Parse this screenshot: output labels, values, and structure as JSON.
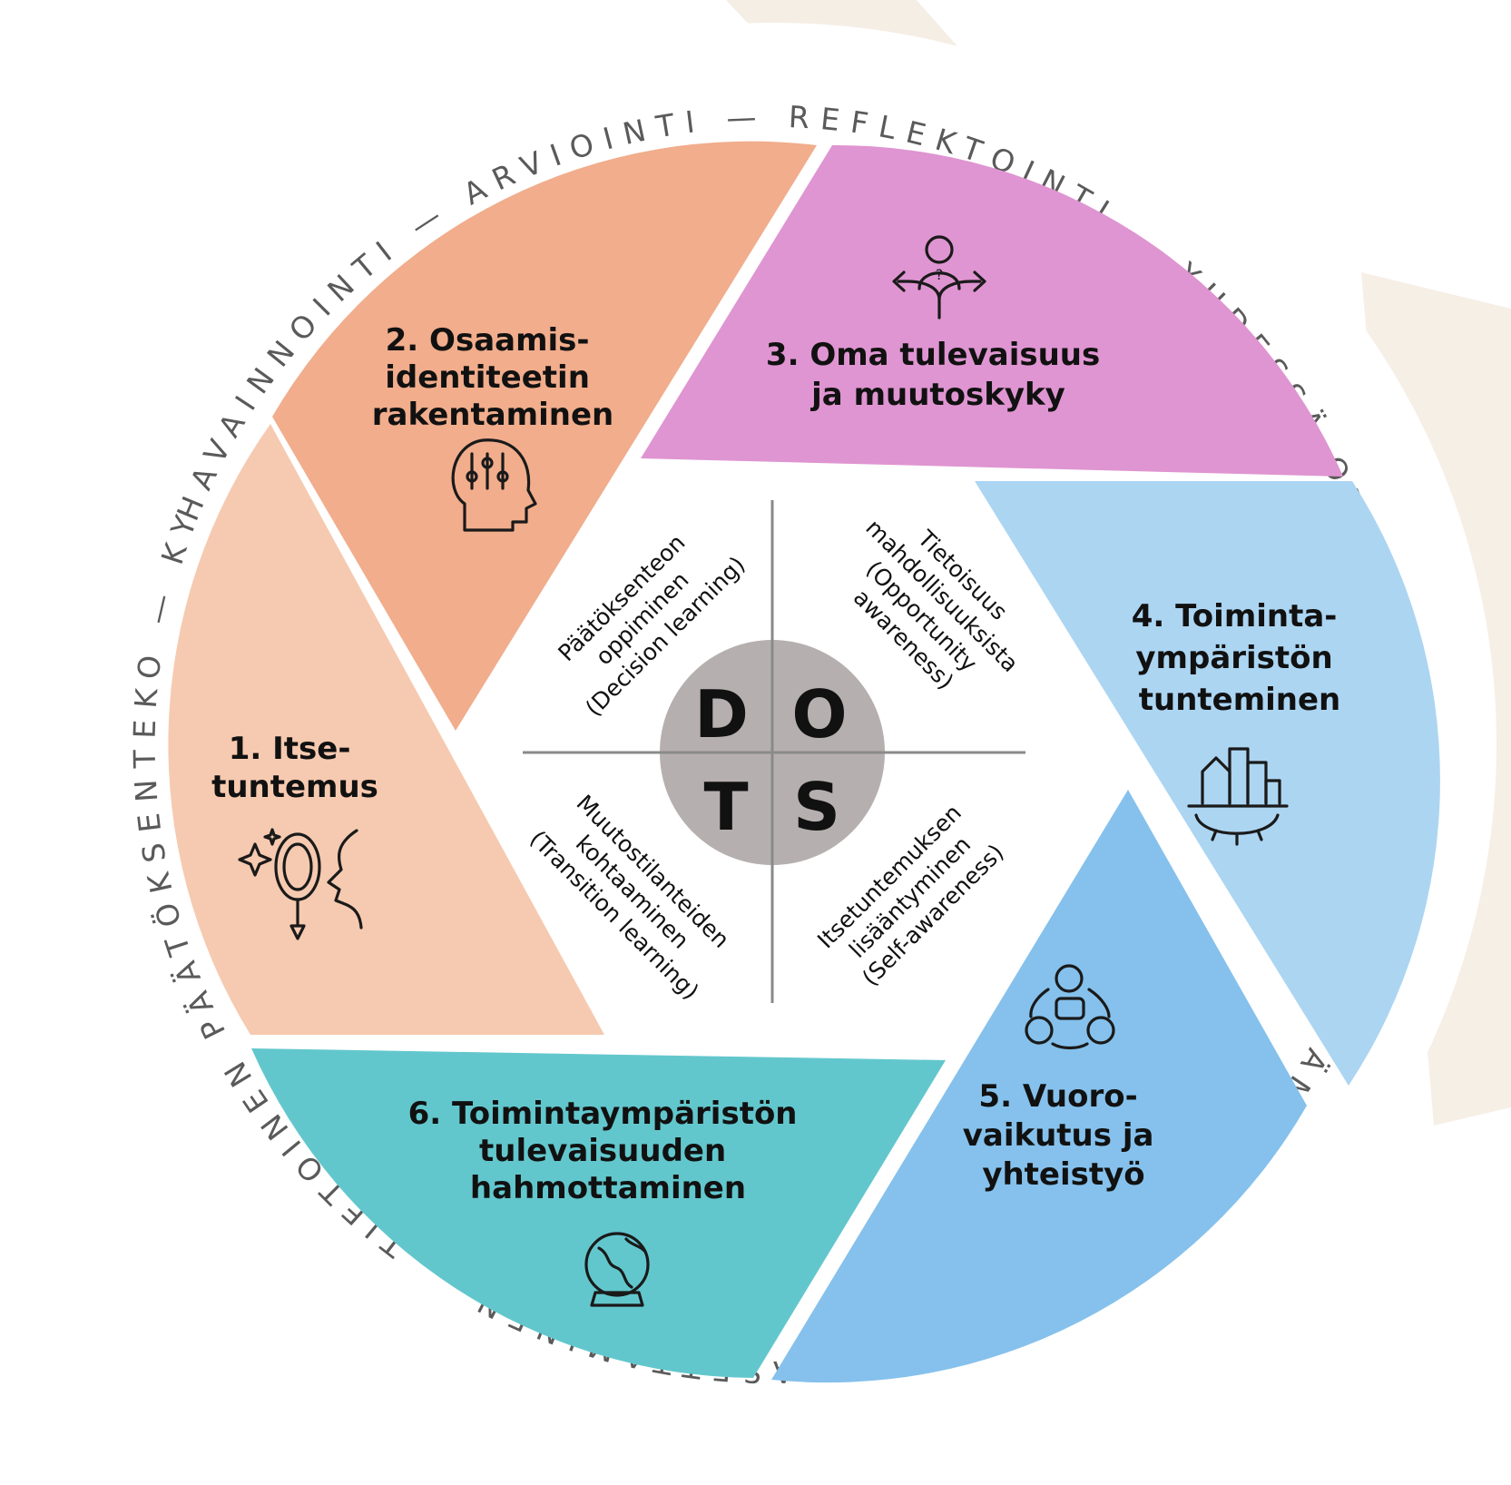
{
  "ring_text": "HAVAINNOINTI — ARVIOINTI — REFLEKTOINTI — YHDESSÄ OPPIMINEN — AVUN PYYTÄMINEN — TAVOITTEIDEN ASETTAMINEN — TIETOINEN PÄÄTÖKSENTEKO — KYKY TOIMIA —",
  "segments": [
    {
      "title_lines": [
        "1. Itse-",
        "tuntemus"
      ],
      "color": "#f6cab0",
      "icon": "mirror-face-icon"
    },
    {
      "title_lines": [
        "2. Osaamis-",
        "identiteetin",
        "rakentaminen"
      ],
      "color": "#f1ad8c",
      "icon": "head-sliders-icon"
    },
    {
      "title_lines": [
        "3. Oma tulevaisuus",
        "ja muutoskyky"
      ],
      "color": "#df95d1",
      "icon": "person-crossroads-icon"
    },
    {
      "title_lines": [
        "4. Toiminta-",
        "ympäristön",
        "tunteminen"
      ],
      "color": "#acd5f2",
      "icon": "city-gear-icon"
    },
    {
      "title_lines": [
        "5. Vuoro-",
        "vaikutus ja",
        "yhteistyö"
      ],
      "color": "#85c1ec",
      "icon": "team-chat-icon"
    },
    {
      "title_lines": [
        "6. Toimintaympäristön",
        "tulevaisuuden",
        "hahmottaminen"
      ],
      "color": "#62c7cd",
      "icon": "globe-icon"
    }
  ],
  "dots": {
    "letters": [
      "D",
      "O",
      "T",
      "S"
    ],
    "circle_color": "#b6afaf",
    "quadrants": [
      {
        "lines": [
          "Päätöksenteon",
          "oppiminen",
          "(Decision learning)"
        ]
      },
      {
        "lines": [
          "Tietoisuus",
          "mahdollisuuksista",
          "(Opportunity",
          "awareness)"
        ]
      },
      {
        "lines": [
          "Muutostilanteiden",
          "kohtaaminen",
          "(Transition learning)"
        ]
      },
      {
        "lines": [
          "Itsetuntemuksen",
          "lisääntyminen",
          "(Self-awareness)"
        ]
      }
    ]
  }
}
